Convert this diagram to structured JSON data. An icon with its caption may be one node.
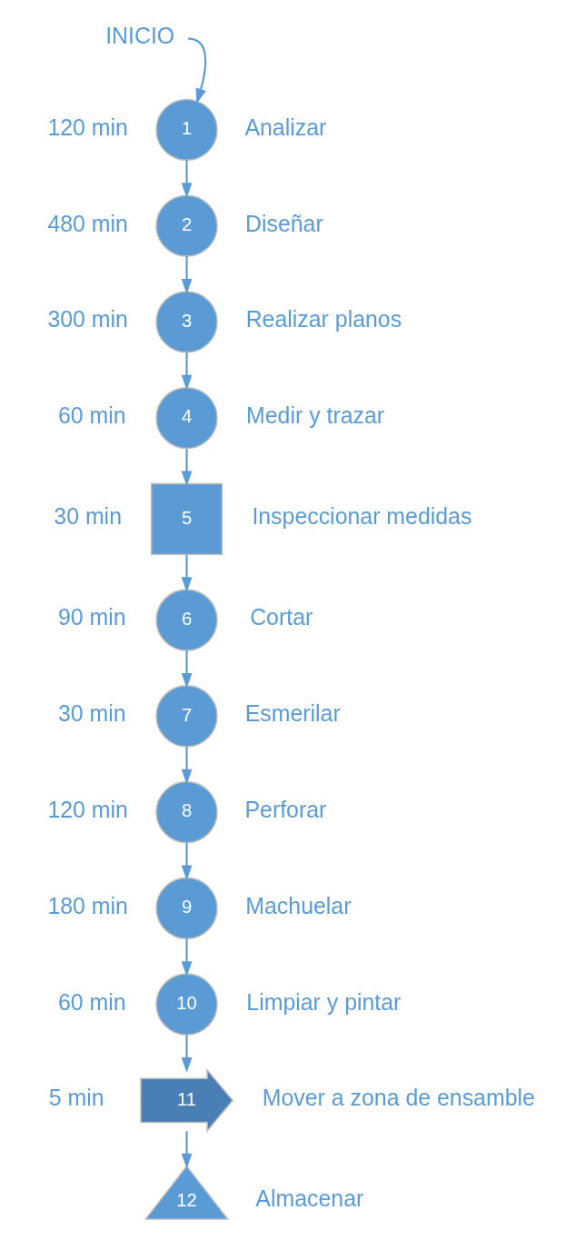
{
  "diagram": {
    "nodes": [
      {
        "text": [
          "INICIO"
        ]
      },
      {
        "text": [
          "1"
        ],
        "beside": [
          "120 min",
          "Analizar"
        ]
      },
      {
        "text": [
          "2"
        ],
        "beside": [
          "480 min",
          "Diseñar"
        ]
      },
      {
        "text": [
          "3"
        ],
        "beside": [
          "300 min",
          "Realizar planos"
        ]
      },
      {
        "text": [
          "4"
        ],
        "beside": [
          "60 min",
          "Medir y trazar"
        ]
      },
      {
        "text": [
          "5"
        ],
        "beside": [
          "30 min",
          "Inspeccionar medidas"
        ]
      },
      {
        "text": [
          "6"
        ],
        "beside": [
          "90 min",
          "Cortar"
        ]
      },
      {
        "text": [
          "7"
        ],
        "beside": [
          "30 min",
          "Esmerilar"
        ]
      },
      {
        "text": [
          "8"
        ],
        "beside": [
          "120 min",
          "Perforar"
        ]
      },
      {
        "text": [
          "9"
        ],
        "beside": [
          "180 min",
          "Machuelar"
        ]
      },
      {
        "text": [
          "10"
        ],
        "beside": [
          "60 min",
          "Limpiar y pintar"
        ]
      },
      {
        "text": [
          "11"
        ],
        "beside": [
          "5 min",
          "Mover a zona de ensamble"
        ]
      },
      {
        "text": [
          "12"
        ],
        "beside": [
          "Almacenar"
        ]
      }
    ],
    "edges": [
      {
        "from": 0,
        "to": 1,
        "arrow": "to"
      },
      {
        "from": 1,
        "to": 2,
        "arrow": "to"
      },
      {
        "from": 2,
        "to": 3,
        "arrow": "to"
      },
      {
        "from": 3,
        "to": 4,
        "arrow": "to"
      },
      {
        "from": 4,
        "to": 5,
        "arrow": "to"
      },
      {
        "from": 5,
        "to": 6,
        "arrow": "to"
      },
      {
        "from": 6,
        "to": 7,
        "arrow": "to"
      },
      {
        "from": 7,
        "to": 8,
        "arrow": "to"
      },
      {
        "from": 8,
        "to": 9,
        "arrow": "to"
      },
      {
        "from": 9,
        "to": 10,
        "arrow": "to"
      },
      {
        "from": 10,
        "to": 11,
        "arrow": "to"
      },
      {
        "from": 11,
        "to": 12,
        "arrow": "to"
      }
    ]
  }
}
